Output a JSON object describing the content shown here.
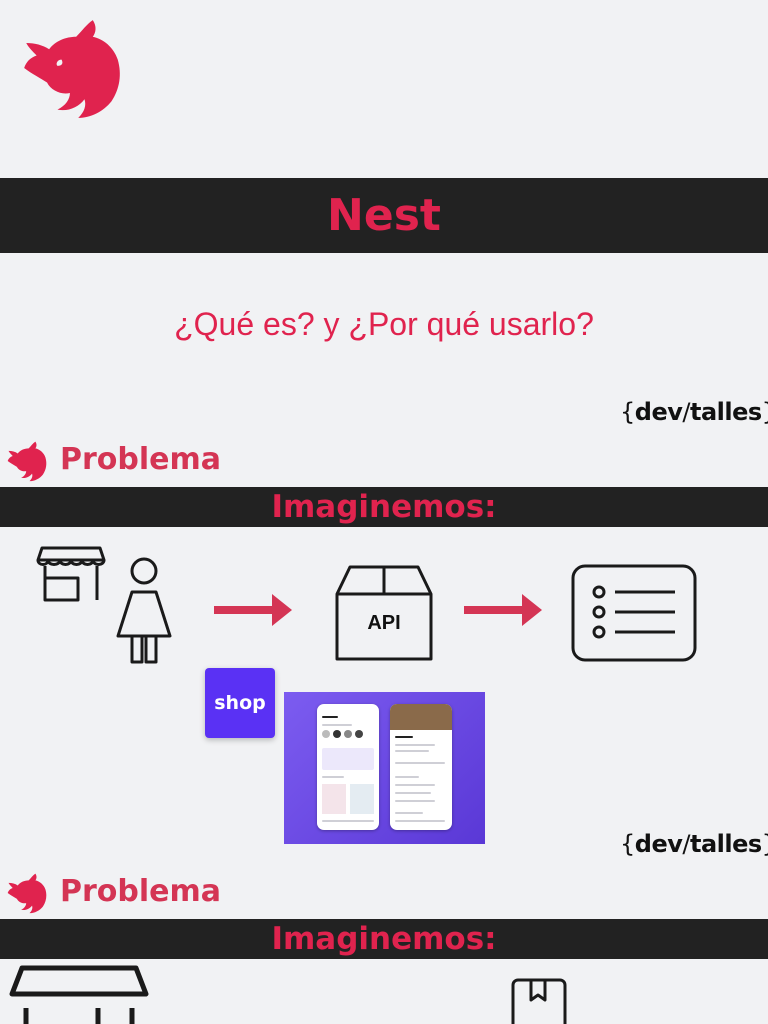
{
  "slide1": {
    "title": "Nest",
    "subtitle": "¿Qué es? y ¿Por qué usarlo?",
    "brand": {
      "open": "{",
      "dev": "dev",
      "slash": "/",
      "talles": "talles",
      "close": "}"
    }
  },
  "slide2": {
    "heading": "Problema",
    "band": "Imaginemos:",
    "api_label": "API",
    "shop_label": "shop",
    "brand": {
      "open": "{",
      "dev": "dev",
      "slash": "/",
      "talles": "talles",
      "close": "}"
    }
  },
  "slide3": {
    "heading": "Problema",
    "band": "Imaginemos:"
  },
  "colors": {
    "accent": "#e0234e",
    "band": "#222222",
    "background": "#f1f2f4",
    "shop": "#5a31f4"
  },
  "icons": [
    "nestjs-logo-icon",
    "store-icon",
    "person-icon",
    "arrow-right-icon",
    "api-box-icon",
    "list-icon",
    "shop-app-icon",
    "bookmark-icon"
  ]
}
